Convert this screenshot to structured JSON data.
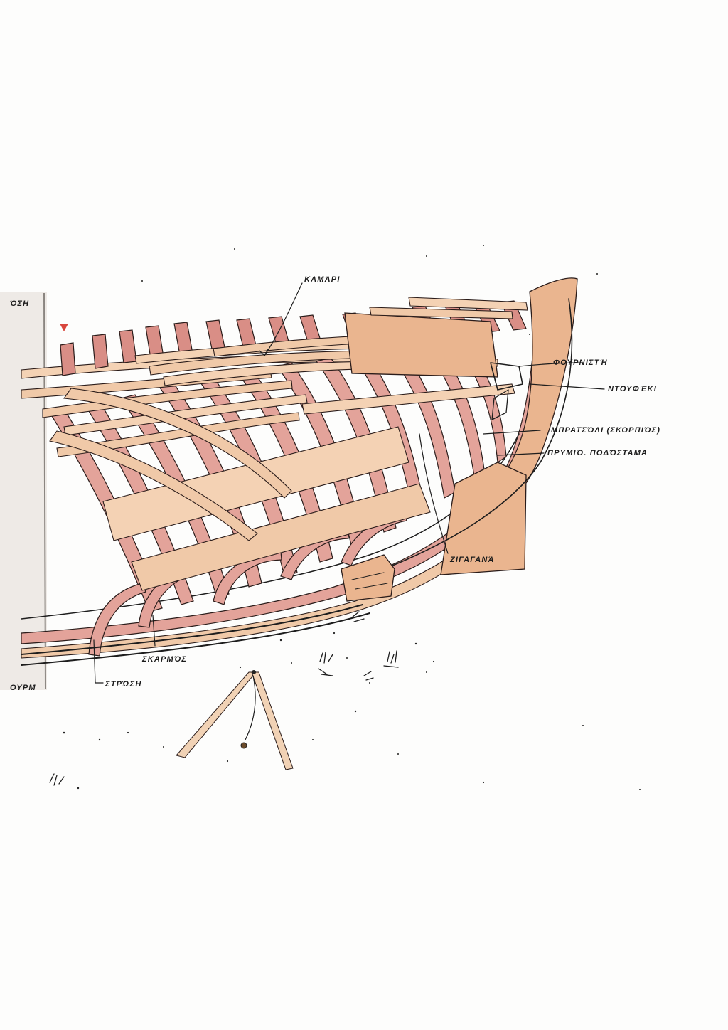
{
  "labels": {
    "kamari": "ΚΑΜΆΡΙ",
    "fourniste": "ΦΟΥΡΝΙΣΤΉ",
    "ntoufeki": "ΝΤΟΥΦΈΚΙ",
    "mpratsoli": "ΜΠΡΑΤΣΌΛΙ (ΣΚΟΡΠΙΌΣ)",
    "prymio": "ΠΡΥΜΙΌ. ΠΟΔΌΣΤΑΜΑ",
    "zigarana": "ΖΙΓΑΓΑΝΆ",
    "skarmos": "ΣΚΑΡΜΌΣ",
    "strosi": "ΣΤΡΏΣΗ",
    "edge_top": "ΌΣΗ",
    "edge_bottom": "ΟΥΡΜ"
  },
  "colors": {
    "ribs": "#e3a39a",
    "planks": "#f0c9a8",
    "ink": "#1d1d1d",
    "marker": "#d8463c"
  }
}
